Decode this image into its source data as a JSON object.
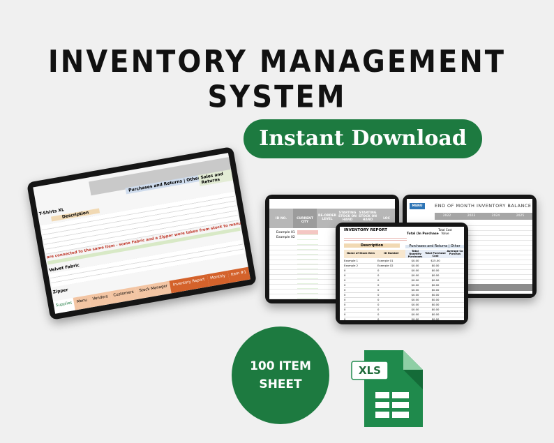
{
  "title": "INVENTORY MANAGEMENT SYSTEM",
  "badge": "Instant Download",
  "circle": {
    "line1": "100 ITEM",
    "line2": "SHEET"
  },
  "file_icon": {
    "label": "XLS",
    "name": "xls-spreadsheet-icon"
  },
  "colors": {
    "accent": "#1d7a40",
    "background": "#f0f0f0",
    "tab_orange": "#d4622b",
    "header_grey": "#b7b7b7"
  },
  "left_tablet": {
    "headers": [
      "Description",
      "Purchases and Returns | Other",
      "Sales and Returns"
    ],
    "notice": "are connected to the same item - some Fabric and a Zipper were taken from stock to manufacture (Unit of Item) from the Velvet Cushion",
    "sections": [
      "T-Shirts XL",
      "Velvet Fabric",
      "Zipper"
    ],
    "tabs": [
      "Supplies",
      "Menu",
      "Vendors",
      "Customers",
      "Stock Manager",
      "Inventory Report",
      "Monthly",
      "Item #1"
    ]
  },
  "mid_tablet": {
    "columns": [
      "ID NO.",
      "CURRENT QTY",
      "RE-ORDER LEVEL",
      "STARTING STOCK ON HAND",
      "STARTING STOCK ON HAND",
      "LOC"
    ],
    "rows": [
      "Example 01",
      "Example 02"
    ]
  },
  "right_tablet": {
    "menu": "MENU",
    "title": "END OF MONTH INVENTORY BALANCE",
    "years": [
      "2022",
      "2023",
      "2024",
      "2025"
    ]
  },
  "front_tablet": {
    "title": "INVENTORY REPORT",
    "total_label": "Total (In Purchase",
    "total_cost": "Total Cost Value",
    "desc_header": "Description",
    "purchases_header": "Purchases and Returns | Other",
    "col_name": "Name of Stock Item",
    "col_id": "ID Number",
    "col_qty": "Total Quantity Purchases",
    "col_cost": "Total Purchase Cost",
    "col_avg": "Average Co Purchas",
    "rows": [
      {
        "name": "Example 1",
        "id": "Example 01",
        "qty": "$0.00",
        "cost": "$15.00"
      },
      {
        "name": "Example 2",
        "id": "Example 02",
        "qty": "$0.00",
        "cost": "$0.00"
      }
    ],
    "zero_name": "0",
    "zero_id": "0",
    "zero_qty": "$0.00",
    "zero_cost": "$0.00"
  }
}
